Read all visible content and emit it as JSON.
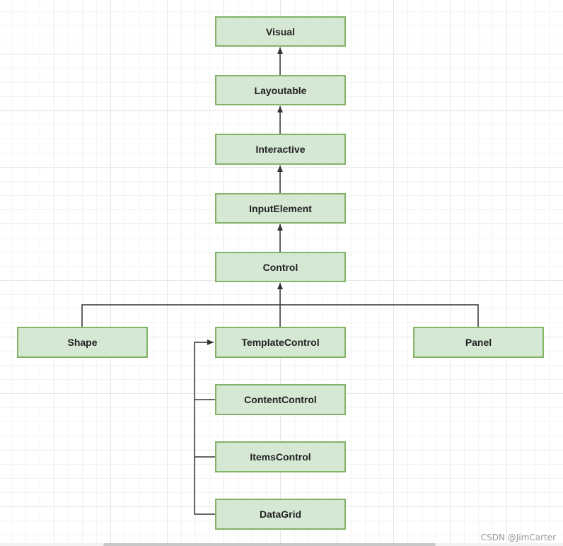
{
  "diagram": {
    "nodes": {
      "visual": "Visual",
      "layoutable": "Layoutable",
      "interactive": "Interactive",
      "input_element": "InputElement",
      "control": "Control",
      "shape": "Shape",
      "template_control": "TemplateControl",
      "panel": "Panel",
      "content_control": "ContentControl",
      "items_control": "ItemsControl",
      "data_grid": "DataGrid"
    },
    "edges": [
      {
        "from": "Layoutable",
        "to": "Visual"
      },
      {
        "from": "Interactive",
        "to": "Layoutable"
      },
      {
        "from": "InputElement",
        "to": "Interactive"
      },
      {
        "from": "Control",
        "to": "InputElement"
      },
      {
        "from": "Shape",
        "to": "Control"
      },
      {
        "from": "TemplateControl",
        "to": "Control"
      },
      {
        "from": "Panel",
        "to": "Control"
      },
      {
        "from": "ContentControl",
        "to": "TemplateControl"
      },
      {
        "from": "ItemsControl",
        "to": "TemplateControl"
      },
      {
        "from": "DataGrid",
        "to": "TemplateControl"
      }
    ],
    "colors": {
      "node_fill": "#d5e8d4",
      "node_border": "#82b366",
      "edge": "#333333"
    }
  },
  "watermark": "CSDN @JimCarter"
}
